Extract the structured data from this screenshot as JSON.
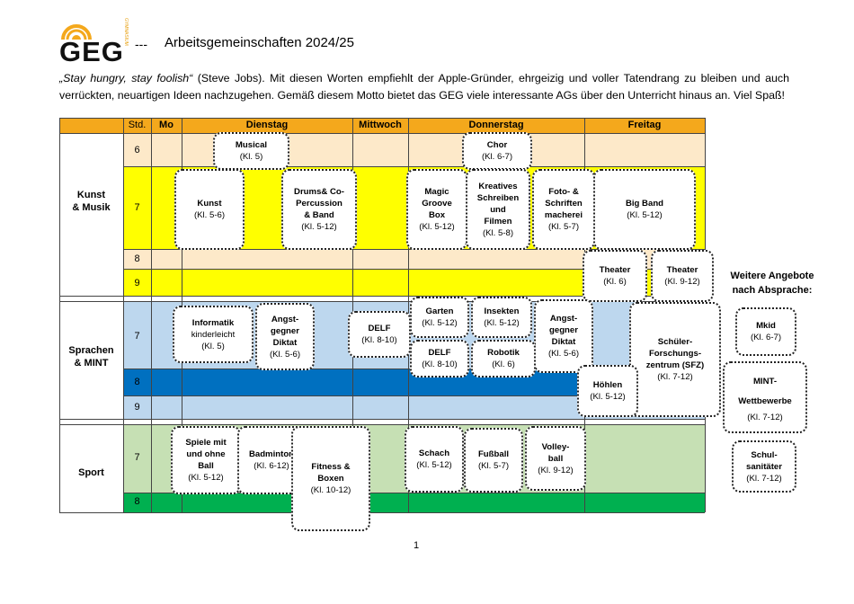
{
  "header": {
    "logo_text": "GEG",
    "logo_vertical": "GYMNASIUM",
    "dash": "---",
    "title": "Arbeitsgemeinschaften 2024/25"
  },
  "intro": {
    "quote": "„Stay hungry, stay foolish“",
    "text": " (Steve Jobs). Mit diesen Worten empfiehlt der Apple-Gründer, ehrgeizig und voller Tatendrang zu bleiben und auch verrückten, neuartigen Ideen nachzugehen. Gemäß diesem Motto bietet das GEG viele interessante AGs über den Unterricht hinaus an. Viel Spaß!"
  },
  "table": {
    "headers": {
      "std": "Std.",
      "mo": "Mo",
      "di": "Dienstag",
      "mi": "Mittwoch",
      "do": "Donnerstag",
      "fr": "Freitag"
    },
    "categories": {
      "kunst": "Kunst\n& Musik",
      "sprachen": "Sprachen\n& MINT",
      "sport": "Sport"
    },
    "hours": {
      "k6": "6",
      "k7": "7",
      "k8": "8",
      "k9": "9",
      "s7": "7",
      "s8": "8",
      "s9": "9",
      "p7": "7",
      "p8": "8"
    }
  },
  "activities": {
    "musical": {
      "name": "Musical",
      "grade": "(Kl. 5)"
    },
    "chor": {
      "name": "Chor",
      "grade": "(Kl. 6-7)"
    },
    "kunst": {
      "name": "Kunst",
      "grade": "(Kl. 5-6)"
    },
    "drums": {
      "name": "Drums& Co-\nPercussion\n& Band",
      "grade": "(Kl. 5-12)"
    },
    "magic": {
      "name": "Magic\nGroove\nBox",
      "grade": "(Kl. 5-12)"
    },
    "kreativ": {
      "name": "Kreatives\nSchreiben\nund\nFilmen",
      "grade": "(Kl. 5-8)"
    },
    "foto": {
      "name": "Foto- &\nSchriften\nmacherei",
      "grade": "(Kl. 5-7)"
    },
    "bigband": {
      "name": "Big Band",
      "grade": "(Kl. 5-12)"
    },
    "theater1": {
      "name": "Theater",
      "grade": "(Kl. 6)"
    },
    "theater2": {
      "name": "Theater",
      "grade": "(Kl. 9-12)"
    },
    "informatik": {
      "name": "Informatik",
      "sub": "kinderleicht",
      "grade": "(Kl. 5)"
    },
    "angst1": {
      "name": "Angst-\ngegner\nDiktat",
      "grade": "(Kl. 5-6)"
    },
    "delf1": {
      "name": "DELF",
      "grade": "(Kl. 8-10)"
    },
    "garten": {
      "name": "Garten",
      "grade": "(Kl. 5-12)"
    },
    "insekten": {
      "name": "Insekten",
      "grade": "(Kl. 5-12)"
    },
    "angst2": {
      "name": "Angst-\ngegner\nDiktat",
      "grade": "(Kl. 5-6)"
    },
    "delf2": {
      "name": "DELF",
      "grade": "(Kl. 8-10)"
    },
    "robotik": {
      "name": "Robotik",
      "grade": "(Kl. 6)"
    },
    "sfz": {
      "name": "Schüler-\nForschungs-\nzentrum (SFZ)",
      "grade": "(Kl. 7-12)"
    },
    "hoehlen": {
      "name": "Höhlen",
      "grade": "(Kl. 5-12)"
    },
    "spiele": {
      "name": "Spiele mit\nund ohne\nBall",
      "grade": "(Kl. 5-12)"
    },
    "badminton": {
      "name": "Badminton",
      "grade": "(Kl. 6-12)"
    },
    "fitness": {
      "name": "Fitness &\nBoxen",
      "grade": "(Kl. 10-12)"
    },
    "schach": {
      "name": "Schach",
      "grade": "(Kl. 5-12)"
    },
    "fussball": {
      "name": "Fußball",
      "grade": "(Kl. 5-7)"
    },
    "volley": {
      "name": "Volley-\nball",
      "grade": "(Kl. 9-12)"
    }
  },
  "side": {
    "title": "Weitere Angebote\nnach Absprache:",
    "mkid": {
      "name": "Mkid",
      "grade": "(Kl. 6-7)"
    },
    "mint": {
      "name": "MINT-\nWettbewerbe",
      "grade": "(Kl. 7-12)"
    },
    "sani": {
      "name": "Schul-\nsanitäter",
      "grade": "(Kl. 7-12)"
    }
  },
  "colors": {
    "header_orange": "#f4a81c",
    "kunst_row6": "#fde9c9",
    "kunst_yellow": "#ffff00",
    "mint_light": "#bdd7ee",
    "mint_dark": "#0070c0",
    "sport_light": "#c6e0b4",
    "sport_dark": "#00b050"
  },
  "footer": {
    "page": "1"
  }
}
